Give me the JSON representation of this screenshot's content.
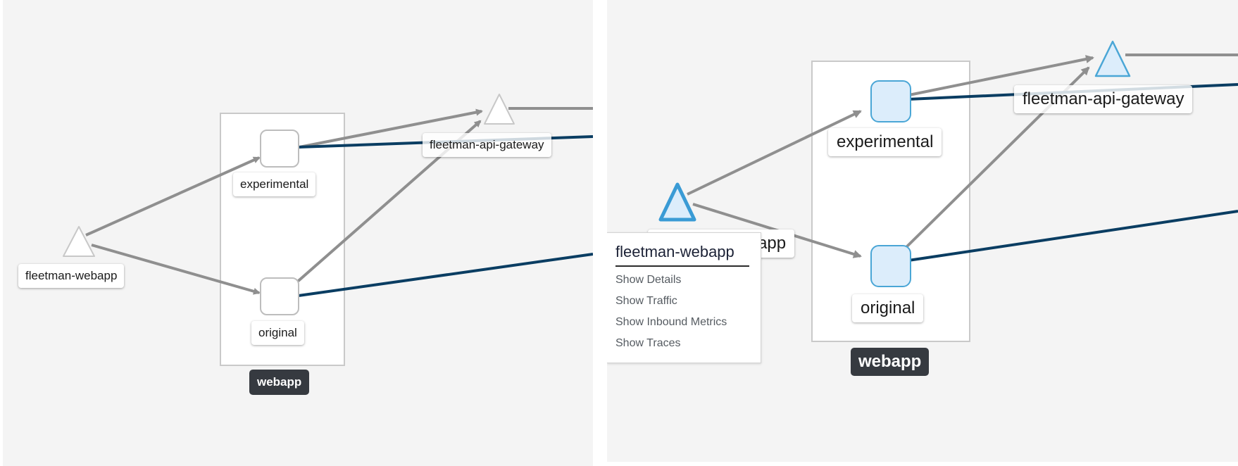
{
  "left_panel": {
    "group": {
      "label": "webapp"
    },
    "nodes": {
      "webapp_service": {
        "label": "fleetman-webapp",
        "shape": "triangle-icon"
      },
      "api_gateway": {
        "label": "fleetman-api-gateway",
        "shape": "triangle-icon"
      },
      "experimental": {
        "label": "experimental",
        "shape": "square-icon"
      },
      "original": {
        "label": "original",
        "shape": "square-icon"
      }
    }
  },
  "right_panel": {
    "group": {
      "label": "webapp"
    },
    "nodes": {
      "webapp_service": {
        "label": "fleetman-webapp",
        "shape": "triangle-icon",
        "state": "selected"
      },
      "api_gateway": {
        "label": "fleetman-api-gateway",
        "shape": "triangle-icon"
      },
      "experimental": {
        "label": "experimental",
        "shape": "square-icon"
      },
      "original": {
        "label": "original",
        "shape": "square-icon"
      }
    },
    "context_menu": {
      "title": "fleetman-webapp",
      "items": [
        "Show Details",
        "Show Traffic",
        "Show Inbound Metrics",
        "Show Traces"
      ]
    }
  },
  "colors": {
    "canvas_background": "#f4f4f4",
    "edge_gray": "#8f8f8f",
    "edge_navy": "#0a3d62",
    "node_selected_fill": "#dcedfb",
    "node_selected_border": "#4aa6d6",
    "badge_background": "#363a40"
  }
}
